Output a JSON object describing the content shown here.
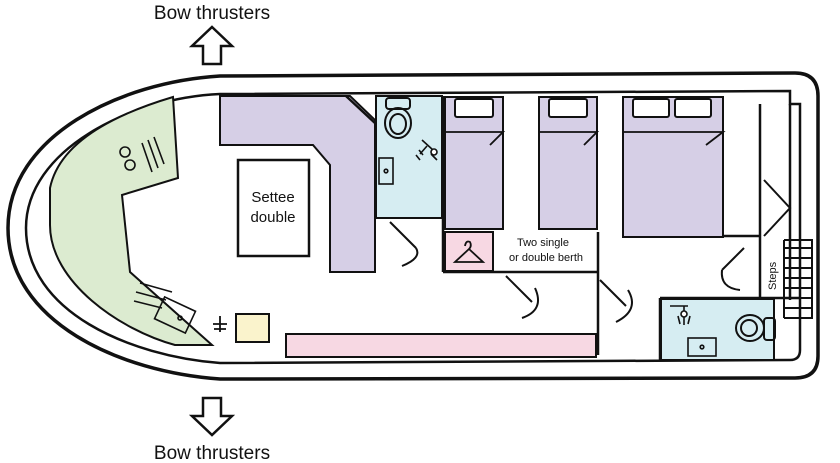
{
  "labels": {
    "bow_top": "Bow thrusters",
    "bow_bottom": "Bow thrusters",
    "settee": [
      "Settee",
      "double"
    ],
    "berth": [
      "Two single",
      "or double berth"
    ],
    "steps": "Steps"
  },
  "colors": {
    "galley": "#dcebd0",
    "seating": "#d6cfe6",
    "bathroom": "#d6edf2",
    "pink": "#f7d8e3",
    "table": "#faf3cc",
    "outline": "#111111"
  },
  "icons": [
    "arrow-up-icon",
    "arrow-down-icon",
    "hob-icon",
    "sink-icon",
    "tap-icon",
    "toilet-icon",
    "shower-icon",
    "hanger-icon",
    "door-icon"
  ]
}
